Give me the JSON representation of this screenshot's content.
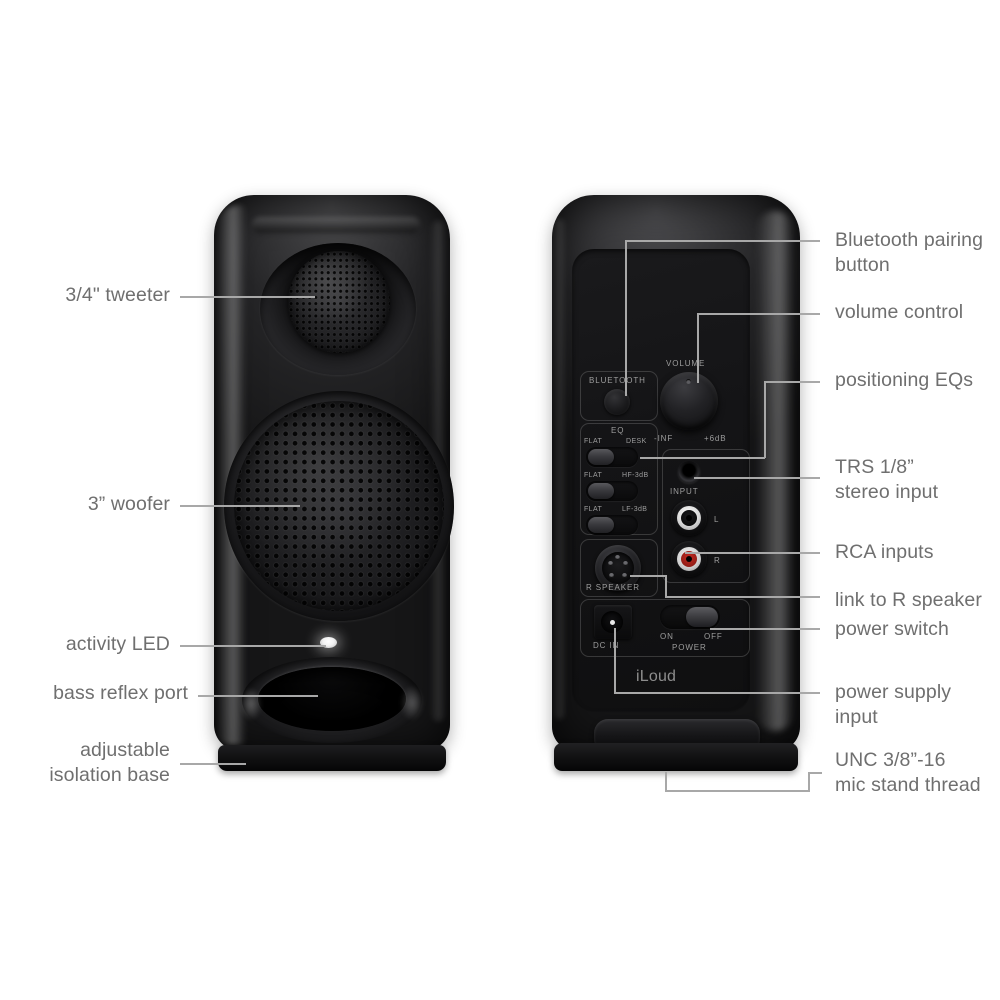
{
  "product": {
    "brand": "iLoud",
    "front_view_name": "front speaker view",
    "rear_view_name": "rear speaker view"
  },
  "callouts": {
    "left": [
      {
        "key": "tweeter",
        "text": "3/4\" tweeter"
      },
      {
        "key": "woofer",
        "text": "3” woofer"
      },
      {
        "key": "activity-led",
        "text": "activity LED"
      },
      {
        "key": "bass-port",
        "text": "bass reflex port"
      },
      {
        "key": "isolation-base",
        "text": "adjustable\nisolation base"
      }
    ],
    "right": [
      {
        "key": "bluetooth-pairing",
        "text": "Bluetooth pairing\nbutton"
      },
      {
        "key": "volume-control",
        "text": "volume control"
      },
      {
        "key": "positioning-eqs",
        "text": "positioning EQs"
      },
      {
        "key": "trs-input",
        "text": "TRS 1/8”\nstereo input"
      },
      {
        "key": "rca-inputs",
        "text": "RCA inputs"
      },
      {
        "key": "link-r-speaker",
        "text": "link to R speaker"
      },
      {
        "key": "power-switch",
        "text": "power switch"
      },
      {
        "key": "power-supply",
        "text": "power supply\ninput"
      },
      {
        "key": "mic-thread",
        "text": "UNC 3/8”-16\nmic stand thread"
      }
    ]
  },
  "rear_panel": {
    "bluetooth_label": "BLUETOOTH",
    "volume_label": "VOLUME",
    "volume_min": "-INF",
    "volume_max": "+6dB",
    "eq_title": "EQ",
    "eq_switches": [
      {
        "left": "FLAT",
        "right": "DESK",
        "position": "right"
      },
      {
        "left": "FLAT",
        "right": "HF-3dB",
        "position": "right"
      },
      {
        "left": "FLAT",
        "right": "LF-3dB",
        "position": "right"
      }
    ],
    "input_label": "INPUT",
    "rca_left_label": "L",
    "rca_right_label": "R",
    "r_speaker_label": "R SPEAKER",
    "dc_in_label": "DC IN",
    "power_label": "POWER",
    "power_on": "ON",
    "power_off": "OFF",
    "power_position": "off"
  },
  "colors": {
    "label_text": "#6f6f6f",
    "leader_line": "#a8a8a8",
    "panel_text": "#9d9d9d",
    "background": "#ffffff",
    "rca_red": "#c62b22",
    "rca_white": "#d8d8d8",
    "led": "#ffffff"
  }
}
